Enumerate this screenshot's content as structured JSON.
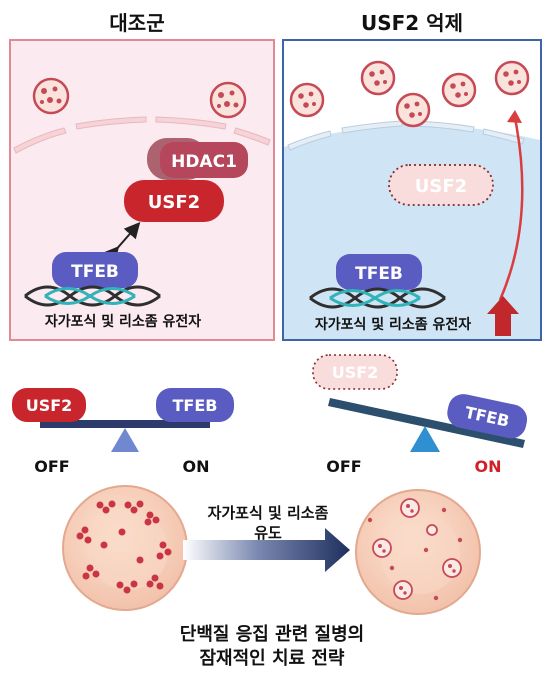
{
  "panels": {
    "left_title": "대조군",
    "right_title": "USF2 억제"
  },
  "proteins": {
    "hdac1": "HDAC1",
    "usf2": "USF2",
    "tfeb": "TFEB",
    "usf2_inhibited": "USF2"
  },
  "gene_label_left": "자가포식 및 리소좀 유전자",
  "gene_label_right": "자가포식 및 리소좀 유전자",
  "balance": {
    "left_usf2": "USF2",
    "left_tfeb": "TFEB",
    "left_off": "OFF",
    "left_on": "ON",
    "right_usf2": "USF2",
    "right_tfeb": "TFEB",
    "right_off": "OFF",
    "right_on": "ON"
  },
  "arrow_label_line1": "자가포식 및 리소좀",
  "arrow_label_line2": "유도",
  "conclusion_line1": "단백질 응집 관련 질병의",
  "conclusion_line2": "잠재적인 치료 전략",
  "colors": {
    "usf2": "#c8262c",
    "tfeb": "#5a5cc2",
    "hdac1": "#b5465c",
    "on_red": "#d1202a",
    "left_panel_bg": "#fbeaf0",
    "right_panel_bg": "#cfe4f4"
  }
}
